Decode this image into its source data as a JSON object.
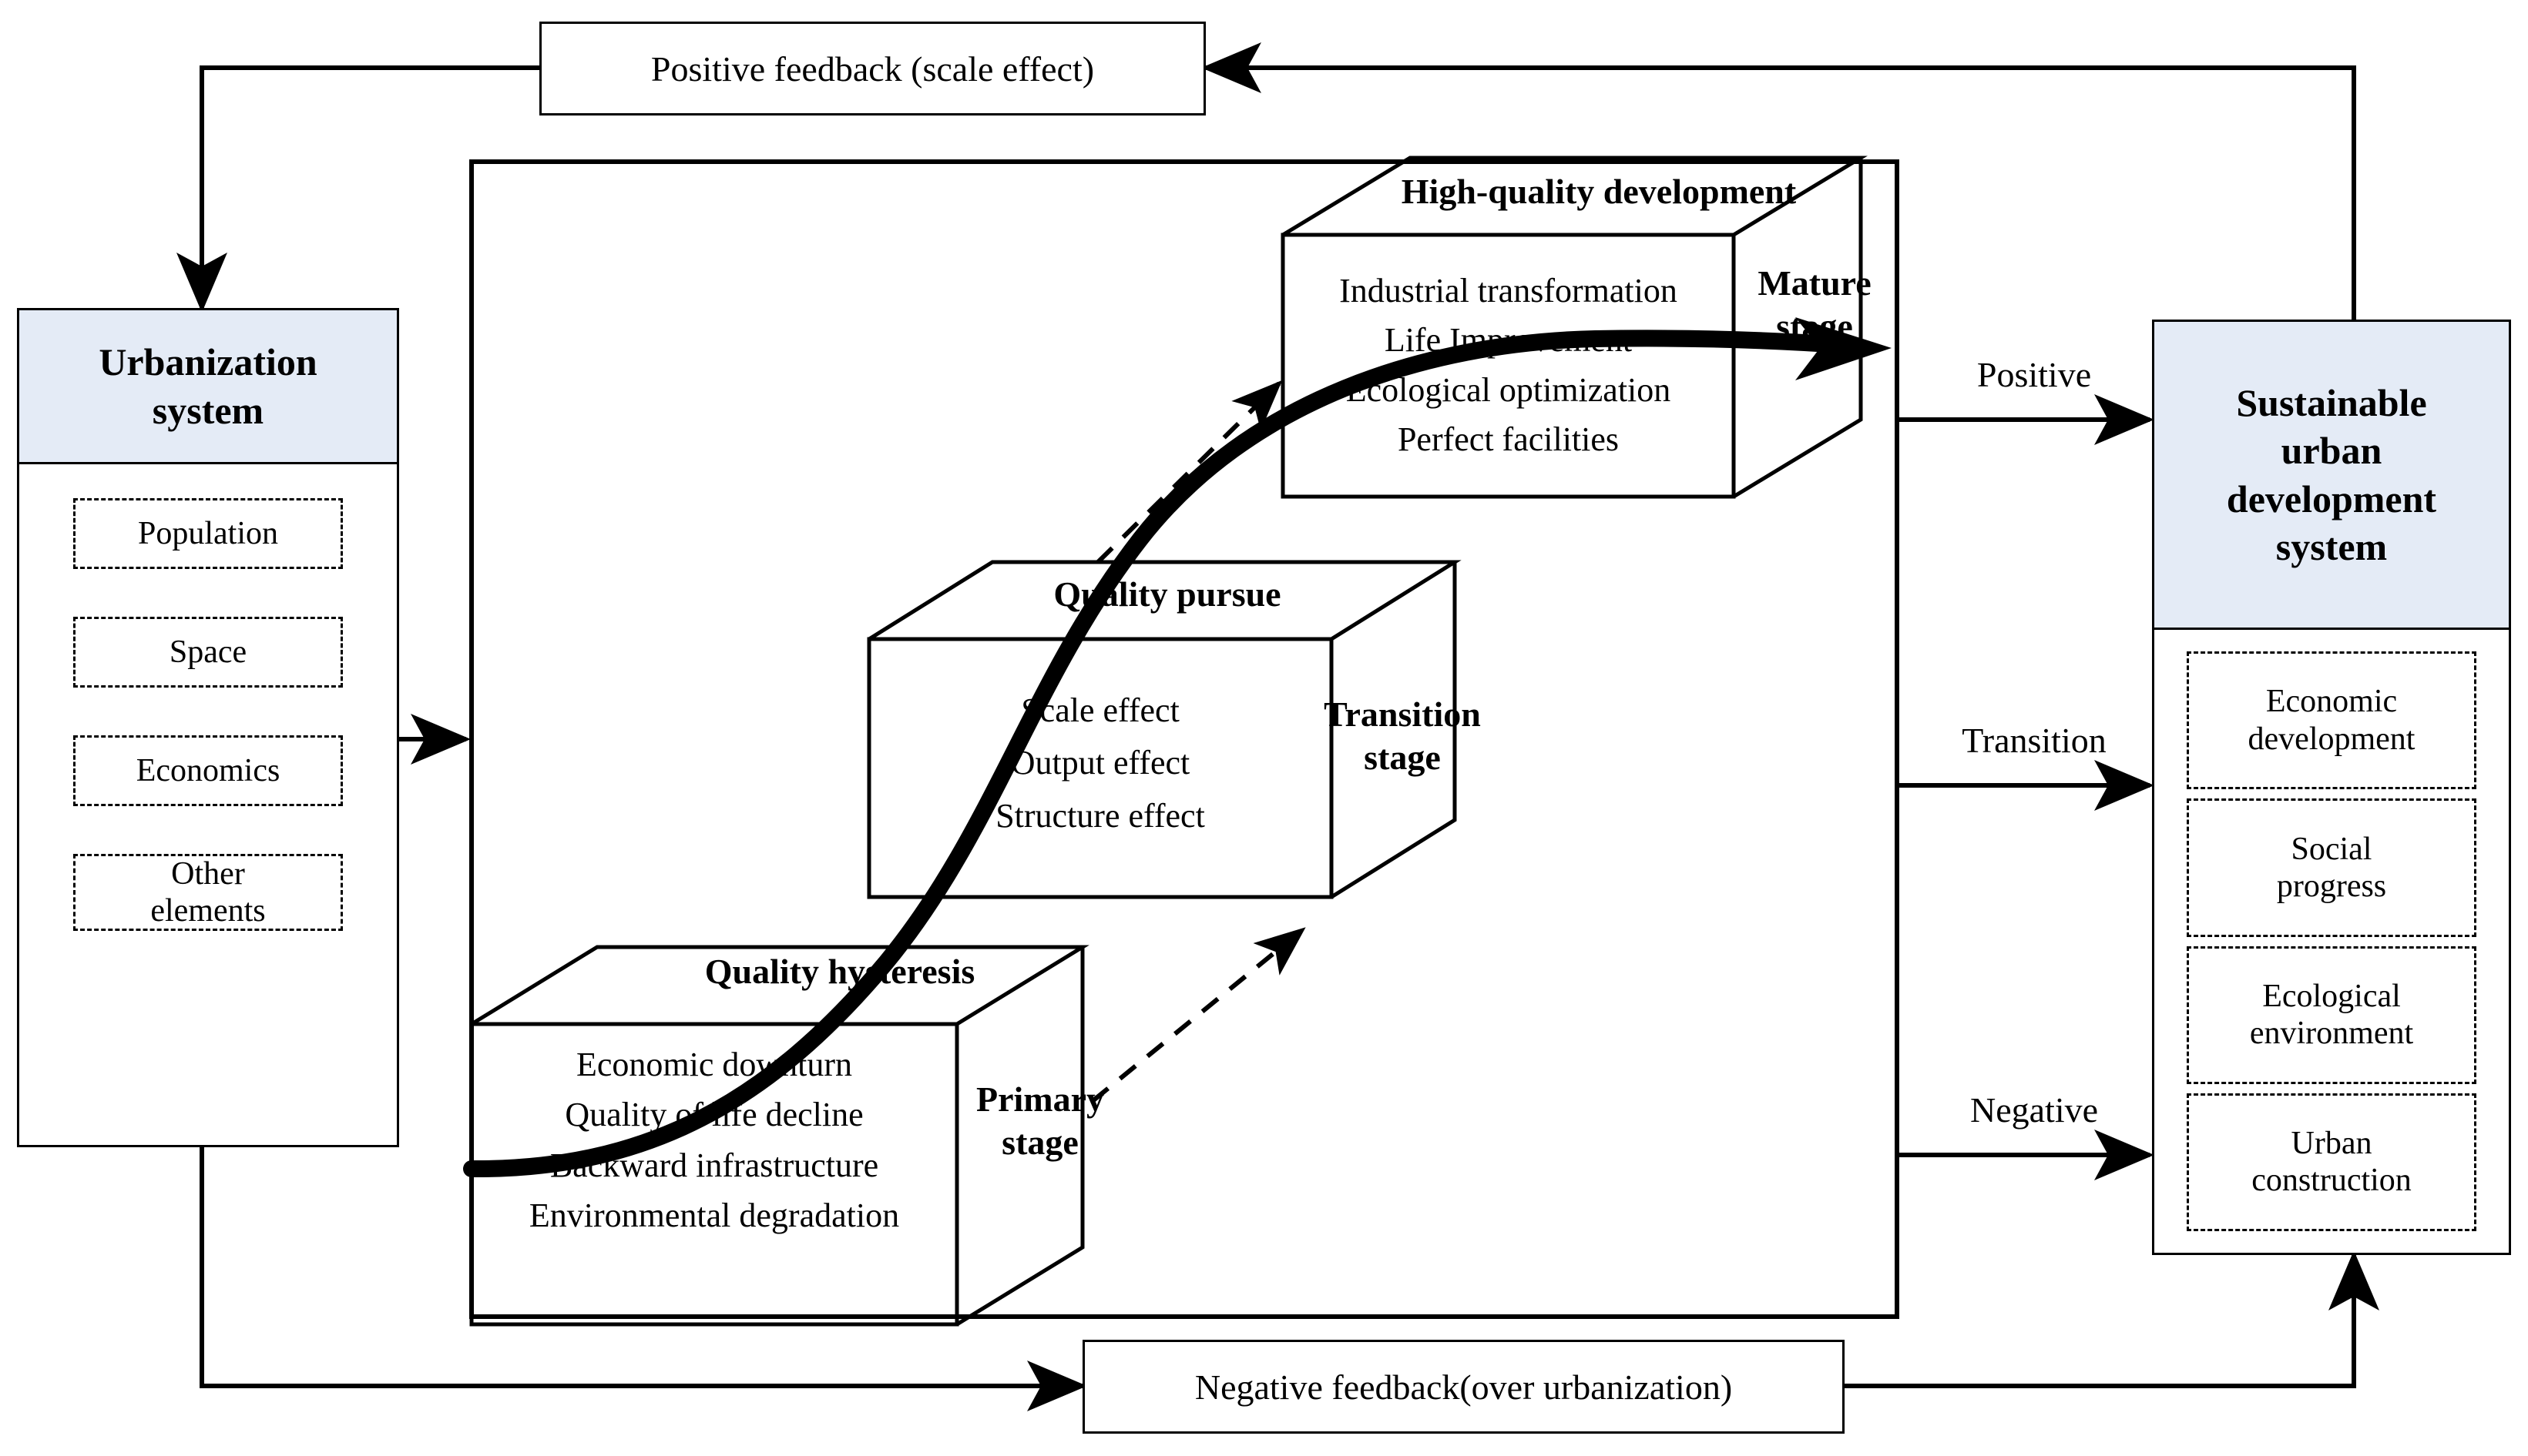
{
  "figure": {
    "type": "conceptual-flow-diagram",
    "background": "#ffffff",
    "accent_fill": "#e4ebf6",
    "line_color": "#000000"
  },
  "feedback": {
    "positive": "Positive feedback (scale effect)",
    "negative": "Negative feedback(over urbanization)"
  },
  "urbanization_system": {
    "title_line1": "Urbanization",
    "title_line2": "system",
    "elements": [
      "Population",
      "Space",
      "Economics",
      "Other elements"
    ]
  },
  "sustainable_system": {
    "title_line1": "Sustainable",
    "title_line2": "urban",
    "title_line3": "development",
    "title_line4": "system",
    "elements": [
      "Economic development",
      "Social progress",
      "Ecological environment",
      "Urban construction"
    ]
  },
  "stages": [
    {
      "id": "primary",
      "title": "Quality hysteresis",
      "side_line1": "Primary",
      "side_line2": "stage",
      "items": [
        "Economic downturn",
        "Quality of life decline",
        "Backward infrastructure",
        "Environmental degradation"
      ]
    },
    {
      "id": "transition",
      "title": "Quality pursue",
      "side_line1": "Transition",
      "side_line2": "stage",
      "items": [
        "Scale effect",
        "Output effect",
        "Structure effect"
      ]
    },
    {
      "id": "mature",
      "title": "High-quality development",
      "side_line1": "Mature",
      "side_line2": "stage",
      "items": [
        "Industrial transformation",
        "Life Improvement",
        "Ecological optimization",
        "Perfect facilities"
      ]
    }
  ],
  "outcome_links": [
    {
      "label": "Positive"
    },
    {
      "label": "Transition"
    },
    {
      "label": "Negative"
    }
  ]
}
